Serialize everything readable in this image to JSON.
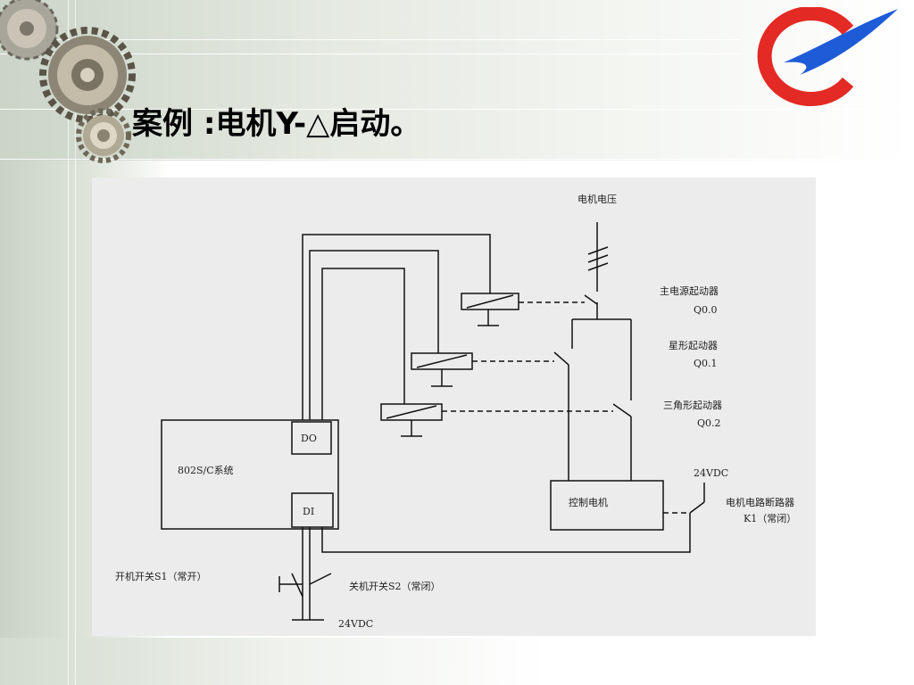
{
  "slide": {
    "title_bold": "案例",
    "title_colon": " :",
    "title_rest": "电机Y-△启动。"
  },
  "logo": {
    "primary_color": "#e32a24",
    "secondary_color": "#1e5bd7"
  },
  "diagram": {
    "motor_voltage": "电机电压",
    "main_starter": "主电源起动器",
    "main_starter_addr": "Q0.0",
    "star_starter": "星形起动器",
    "star_starter_addr": "Q0.1",
    "delta_starter": "三角形起动器",
    "delta_starter_addr": "Q0.2",
    "plc_system": "802S/C系统",
    "do_port": "DO",
    "di_port": "DI",
    "control_motor": "控制电机",
    "supply_top": "24VDC",
    "breaker": "电机电路断路器",
    "breaker_state": "K1（常闭）",
    "switch_s1": "开机开关S1（常开）",
    "switch_s2": "关机开关S2（常闭）",
    "supply_bottom": "24VDC"
  }
}
